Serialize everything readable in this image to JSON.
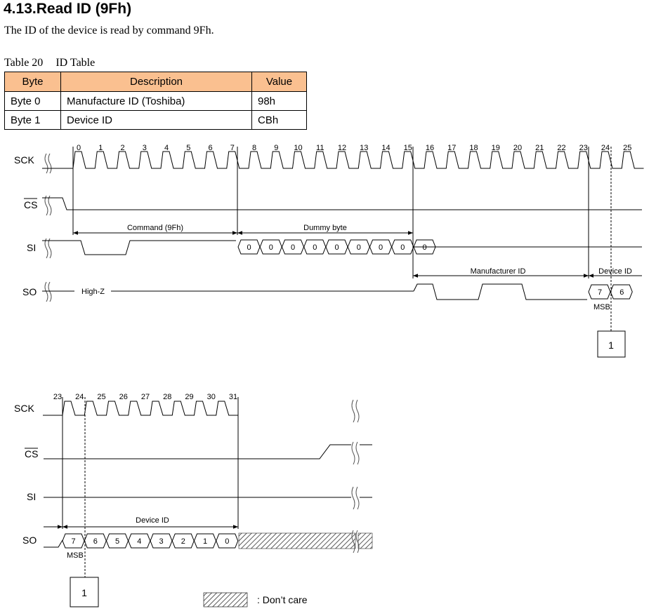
{
  "section": {
    "number": "4.13.",
    "title": "Read ID (9Fh)"
  },
  "intro": "The ID of the device is read by command 9Fh.",
  "table": {
    "caption_number": "Table 20",
    "caption_title": "ID Table",
    "headers": [
      "Byte",
      "Description",
      "Value"
    ],
    "rows": [
      [
        "Byte 0",
        "Manufacture ID (Toshiba)",
        "98h"
      ],
      [
        "Byte 1",
        "Device ID",
        "CBh"
      ]
    ]
  },
  "timing1": {
    "signals": [
      "SCK",
      "CS",
      "SI",
      "SO"
    ],
    "clock_numbers": [
      "0",
      "1",
      "2",
      "3",
      "4",
      "5",
      "6",
      "7",
      "8",
      "9",
      "10",
      "11",
      "12",
      "13",
      "14",
      "15",
      "16",
      "17",
      "18",
      "19",
      "20",
      "21",
      "22",
      "23",
      "24",
      "25"
    ],
    "labels": {
      "command": "Command (9Fh)",
      "dummy": "Dummy byte",
      "manufacturer": "Manufacturer ID",
      "device": "Device ID",
      "high_z": "High-Z",
      "msb": "MSB",
      "marker": "1"
    },
    "dummy_bits": [
      "0",
      "0",
      "0",
      "0",
      "0",
      "0",
      "0",
      "0",
      "0"
    ],
    "device_bits": [
      "7",
      "6"
    ]
  },
  "timing2": {
    "signals": [
      "SCK",
      "CS",
      "SI",
      "SO"
    ],
    "clock_numbers": [
      "23",
      "24",
      "25",
      "26",
      "27",
      "28",
      "29",
      "30",
      "31"
    ],
    "labels": {
      "device": "Device ID",
      "msb": "MSB",
      "marker": "1"
    },
    "device_bits": [
      "7",
      "6",
      "5",
      "4",
      "3",
      "2",
      "1",
      "0"
    ]
  },
  "legend": {
    "dont_care": ": Don’t care"
  }
}
